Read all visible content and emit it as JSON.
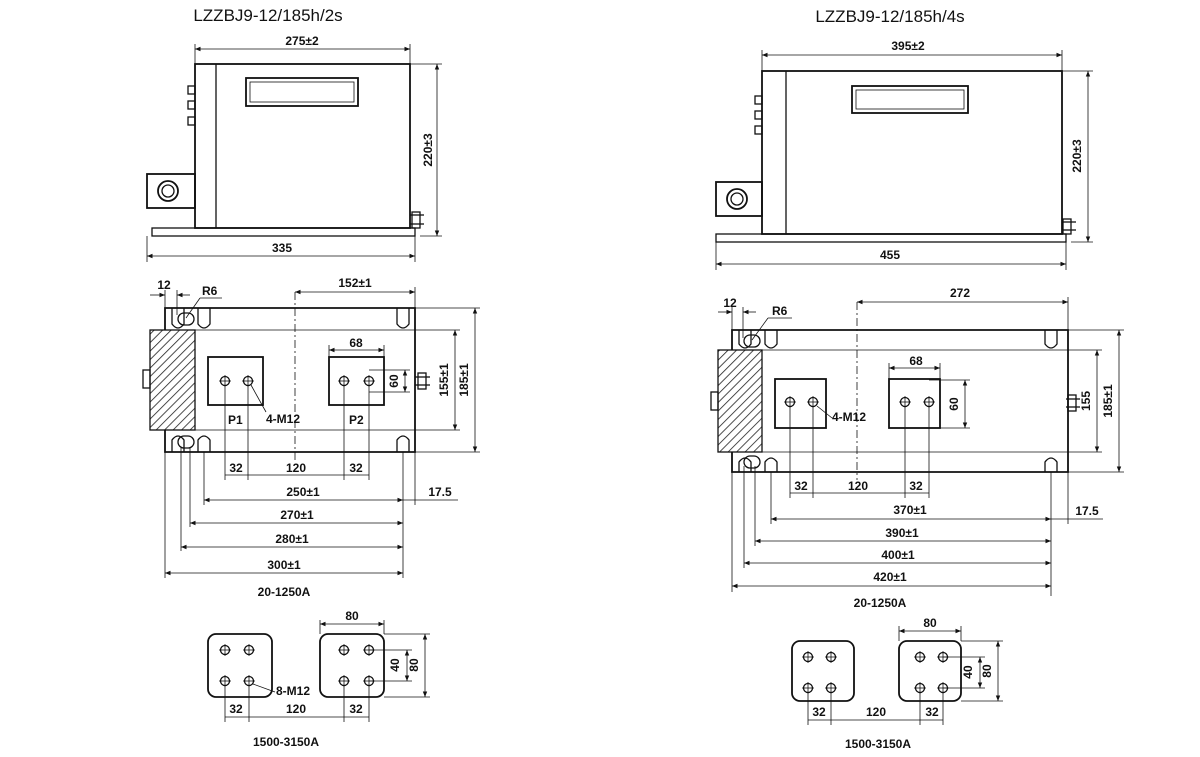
{
  "left_drawing": {
    "title": "LZZBJ9-12/185h/2s",
    "front_view": {
      "dim_width": "275±2",
      "dim_height": "220±3",
      "dim_base": "335"
    },
    "plan_view": {
      "dim_hole_offset": "12",
      "dim_radius": "R6",
      "dim_half_length": "152±1",
      "dim_terminal_width": "68",
      "dim_terminal_height": "60",
      "dim_inner_height": "155±1",
      "dim_outer_height": "185±1",
      "label_p1": "P1",
      "label_p2": "P2",
      "label_bolts": "4-M12",
      "dim_edge_left": "32",
      "dim_pitch": "120",
      "dim_edge_right": "32",
      "dim_side_gap": "17.5",
      "dim_row_1": "250±1",
      "dim_row_2": "270±1",
      "dim_row_3": "280±1",
      "dim_row_4": "300±1",
      "caption": "20-1250A"
    },
    "terminal_view": {
      "dim_width": "80",
      "dim_inner": "40",
      "dim_outer": "80",
      "label_bolts": "8-M12",
      "dim_edge_left": "32",
      "dim_pitch": "120",
      "dim_edge_right": "32",
      "caption": "1500-3150A"
    }
  },
  "right_drawing": {
    "title": "LZZBJ9-12/185h/4s",
    "front_view": {
      "dim_width": "395±2",
      "dim_height": "220±3",
      "dim_base": "455"
    },
    "plan_view": {
      "dim_hole_offset": "12",
      "dim_radius": "R6",
      "dim_half_length": "272",
      "dim_terminal_width": "68",
      "dim_terminal_height": "60",
      "dim_inner_height": "155",
      "dim_outer_height": "185±1",
      "label_bolts": "4-M12",
      "dim_edge_left": "32",
      "dim_pitch": "120",
      "dim_edge_right": "32",
      "dim_side_gap": "17.5",
      "dim_row_1": "370±1",
      "dim_row_2": "390±1",
      "dim_row_3": "400±1",
      "dim_row_4": "420±1",
      "caption": "20-1250A"
    },
    "terminal_view": {
      "dim_width": "80",
      "dim_inner": "40",
      "dim_outer": "80",
      "dim_edge_left": "32",
      "dim_pitch": "120",
      "dim_edge_right": "32",
      "caption": "1500-3150A"
    }
  }
}
